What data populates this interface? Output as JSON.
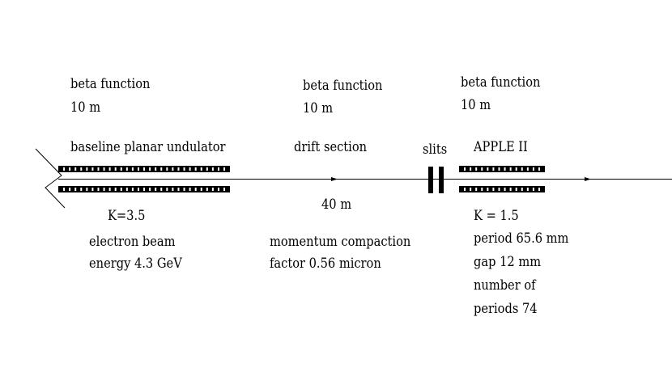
{
  "left": {
    "beta_label": "beta function",
    "beta_value": "10 m",
    "device": "baseline planar undulator",
    "k": "K=3.5",
    "beam_line1": "electron beam",
    "beam_line2": "energy 4.3 GeV"
  },
  "middle": {
    "beta_label": "beta function",
    "beta_value": "10 m",
    "section": "drift section",
    "length": "40 m",
    "mc_line1": "momentum compaction",
    "mc_line2": "factor 0.56 micron"
  },
  "slits": {
    "label": "slits"
  },
  "right": {
    "beta_label": "beta function",
    "beta_value": "10 m",
    "device": "APPLE II",
    "k": "K = 1.5",
    "period": "period 65.6 mm",
    "gap": "gap 12 mm",
    "num_line1": "number of",
    "num_line2": "periods 74"
  },
  "colors": {
    "ink": "#000000",
    "background": "#ffffff"
  }
}
